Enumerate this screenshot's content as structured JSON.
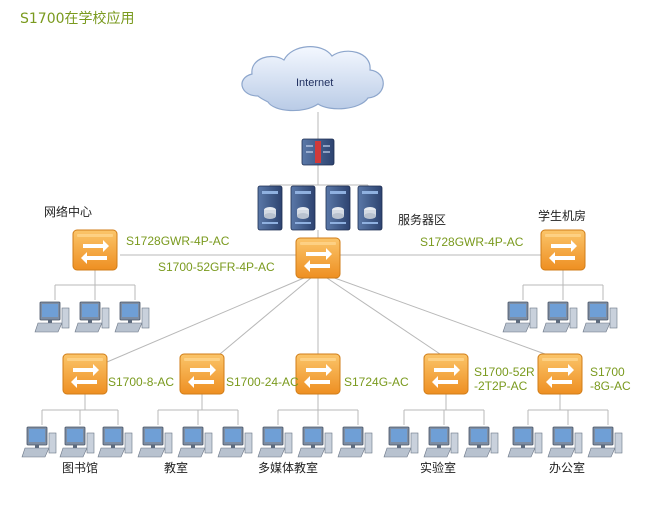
{
  "title": "S1700在学校应用",
  "internet_label": "Internet",
  "areas": {
    "network_center": "网络中心",
    "server_area": "服务器区",
    "student_lab": "学生机房",
    "library": "图书馆",
    "classroom": "教室",
    "multimedia_classroom": "多媒体教室",
    "lab": "实验室",
    "office": "办公室"
  },
  "models": {
    "left_top": "S1728GWR-4P-AC",
    "core": "S1700-52GFR-4P-AC",
    "right_top": "S1728GWR-4P-AC",
    "access_1": "S1700-8-AC",
    "access_2": "S1700-24-AC",
    "access_3": "S1724G-AC",
    "access_4_line1": "S1700-52R",
    "access_4_line2": "-2T2P-AC",
    "access_5_line1": "S1700",
    "access_5_line2": "-8G-AC"
  },
  "colors": {
    "accent_text": "#7a9a1e",
    "switch": "#f3a034",
    "link": "#b8b8b8",
    "server": "#3f5a8a"
  }
}
